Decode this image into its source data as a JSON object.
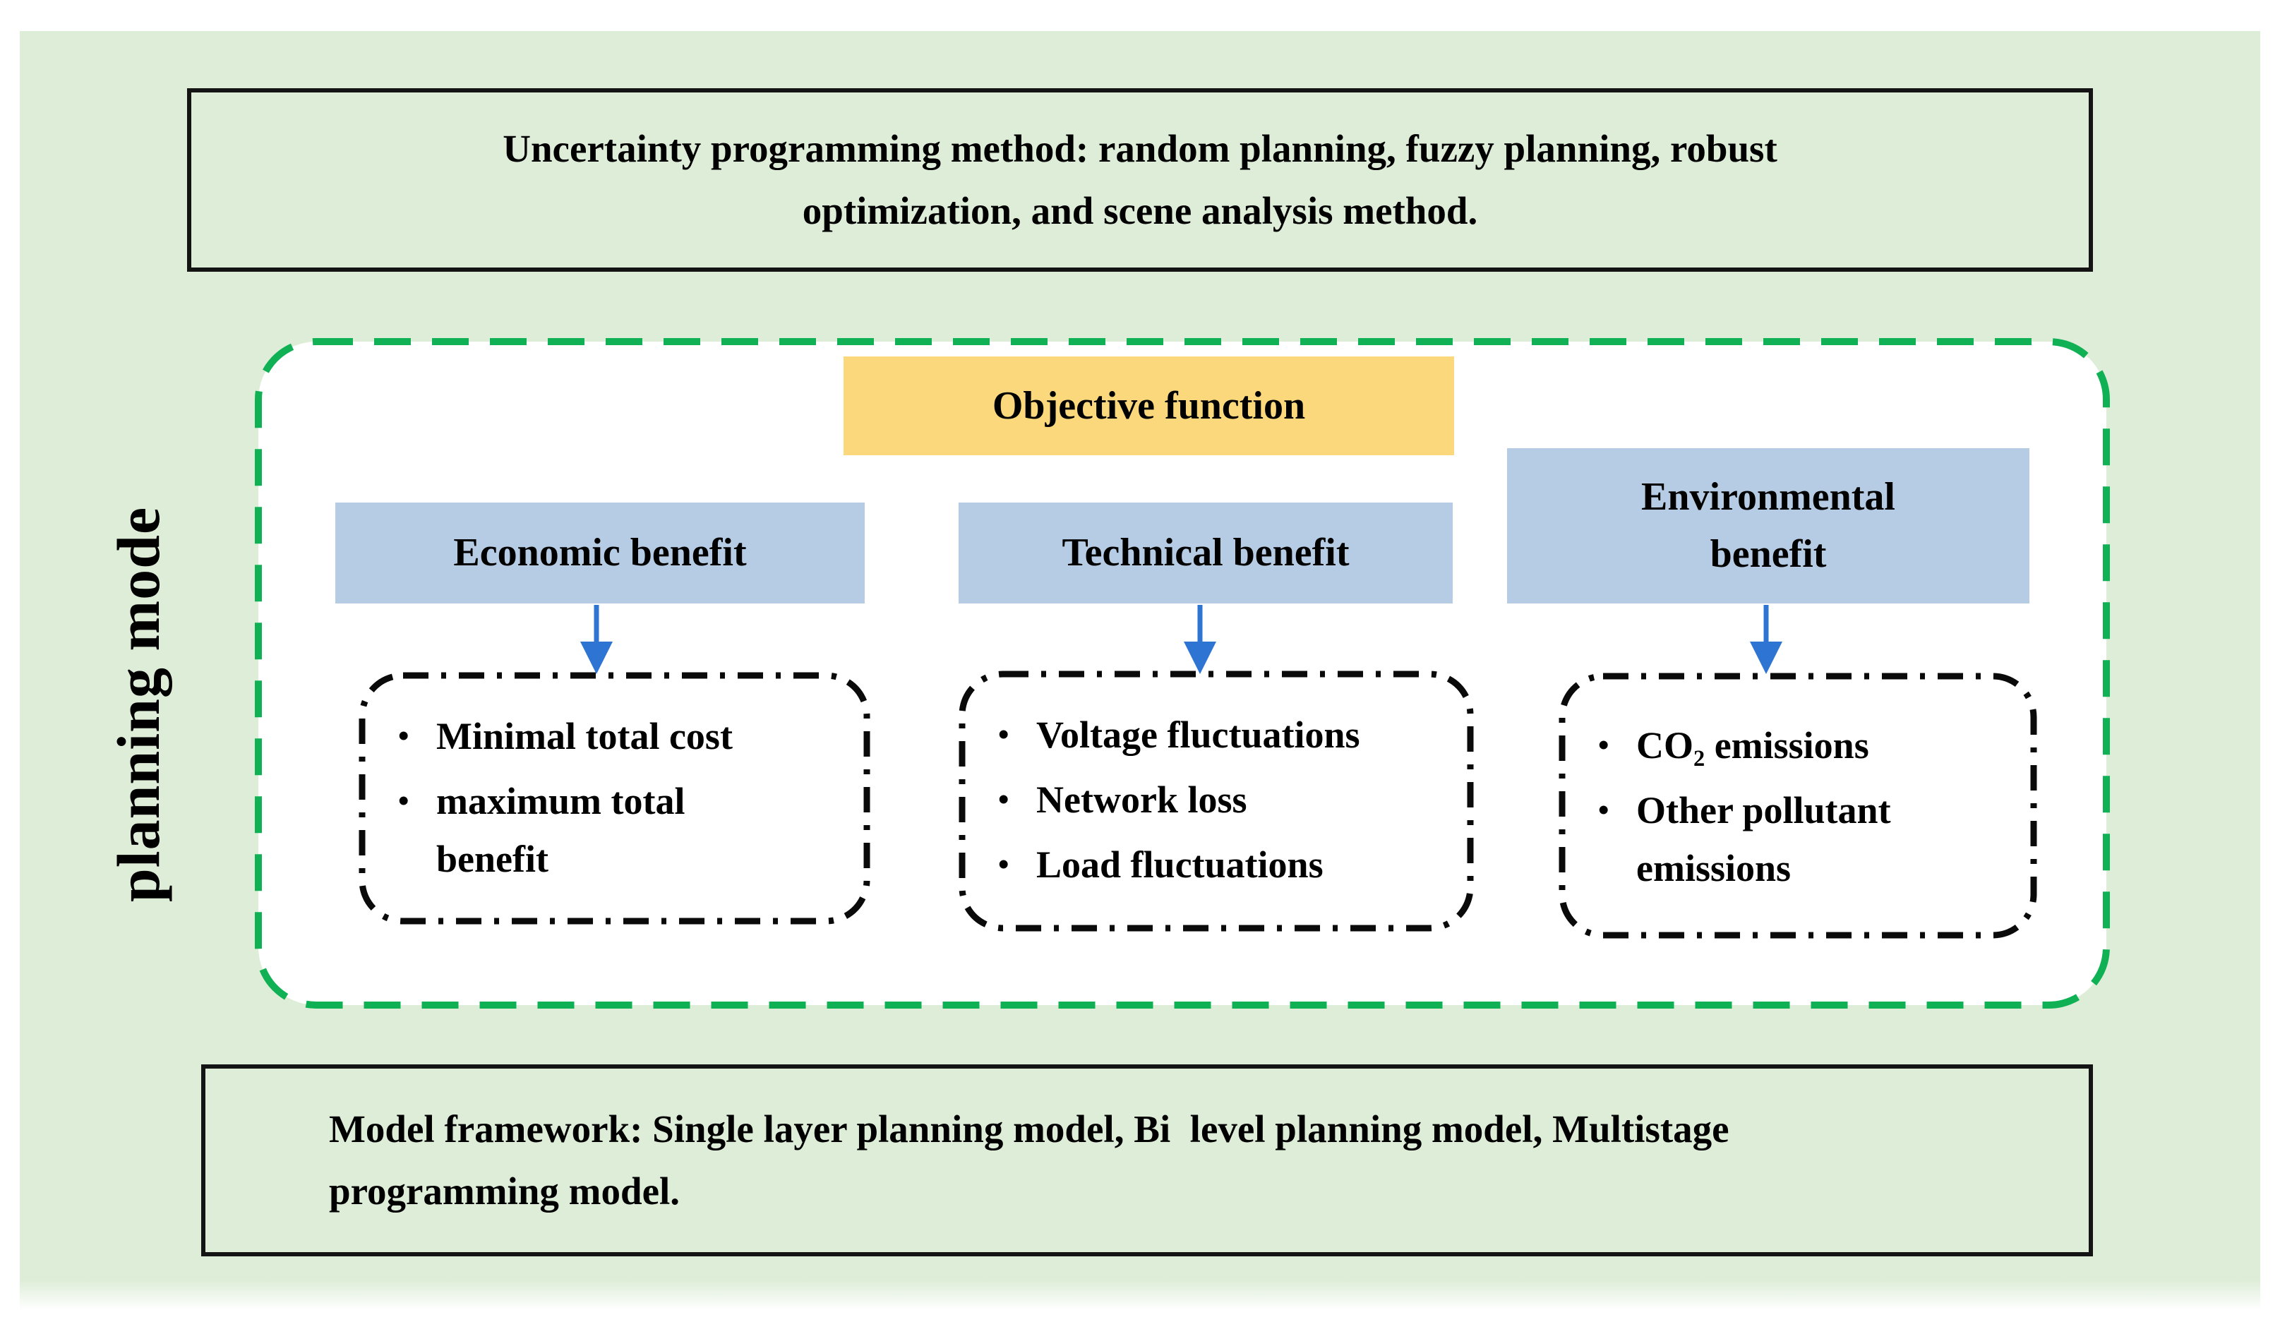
{
  "figure": {
    "side_label": "planning mode",
    "bullet_glyph": "•",
    "top_box": {
      "lines": [
        "Uncertainty programming method: random planning, fuzzy planning, robust",
        "optimization, and scene analysis method."
      ]
    },
    "objective": {
      "label": "Objective function"
    },
    "branches": [
      {
        "id": "economic",
        "header_lines": [
          "Economic benefit"
        ],
        "items": [
          {
            "lines": [
              "Minimal total cost"
            ]
          },
          {
            "lines": [
              "maximum total",
              "benefit"
            ]
          }
        ]
      },
      {
        "id": "technical",
        "header_lines": [
          "Technical benefit"
        ],
        "items": [
          {
            "lines": [
              "Voltage fluctuations"
            ]
          },
          {
            "lines": [
              "Network loss"
            ]
          },
          {
            "lines": [
              "Load fluctuations"
            ]
          }
        ]
      },
      {
        "id": "environmental",
        "header_lines": [
          "Environmental",
          "benefit"
        ],
        "items": [
          {
            "lines": [
              "CO₂ emissions"
            ]
          },
          {
            "lines": [
              "Other pollutant",
              "emissions"
            ]
          }
        ]
      }
    ],
    "bottom_box": {
      "lines": [
        "Model framework: Single layer planning model, Bi  level planning model, Multistage",
        "programming model."
      ]
    },
    "colors": {
      "panel_green": "#deedd8",
      "dash_green": "#10b155",
      "objective_yellow": "#fbd87c",
      "benefit_blue": "#b6cce4",
      "arrow_blue": "#2e75d3",
      "border_black": "#141414"
    }
  }
}
